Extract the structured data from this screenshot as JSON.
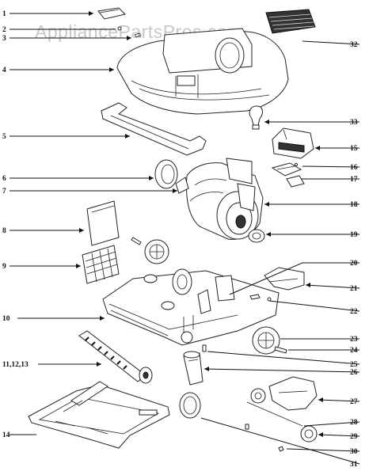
{
  "watermark": "AppliancePartsPros.com",
  "callouts": [
    {
      "id": "c1",
      "label": "1"
    },
    {
      "id": "c2",
      "label": "2"
    },
    {
      "id": "c3",
      "label": "3"
    },
    {
      "id": "c4",
      "label": "4"
    },
    {
      "id": "c5",
      "label": "5"
    },
    {
      "id": "c6",
      "label": "6"
    },
    {
      "id": "c7",
      "label": "7"
    },
    {
      "id": "c8",
      "label": "8"
    },
    {
      "id": "c9",
      "label": "9"
    },
    {
      "id": "c10",
      "label": "10"
    },
    {
      "id": "c11",
      "label": "11,12,13"
    },
    {
      "id": "c14",
      "label": "14"
    },
    {
      "id": "c15",
      "label": "15"
    },
    {
      "id": "c16",
      "label": "16"
    },
    {
      "id": "c17",
      "label": "17"
    },
    {
      "id": "c18",
      "label": "18"
    },
    {
      "id": "c19",
      "label": "19"
    },
    {
      "id": "c20",
      "label": "20"
    },
    {
      "id": "c21",
      "label": "21"
    },
    {
      "id": "c22",
      "label": "22"
    },
    {
      "id": "c23",
      "label": "23"
    },
    {
      "id": "c24",
      "label": "24"
    },
    {
      "id": "c25",
      "label": "25"
    },
    {
      "id": "c26",
      "label": "26"
    },
    {
      "id": "c27",
      "label": "27"
    },
    {
      "id": "c28",
      "label": "28"
    },
    {
      "id": "c29",
      "label": "29"
    },
    {
      "id": "c30",
      "label": "30"
    },
    {
      "id": "c31",
      "label": "31"
    },
    {
      "id": "c32",
      "label": "32"
    },
    {
      "id": "c33",
      "label": "33"
    }
  ]
}
